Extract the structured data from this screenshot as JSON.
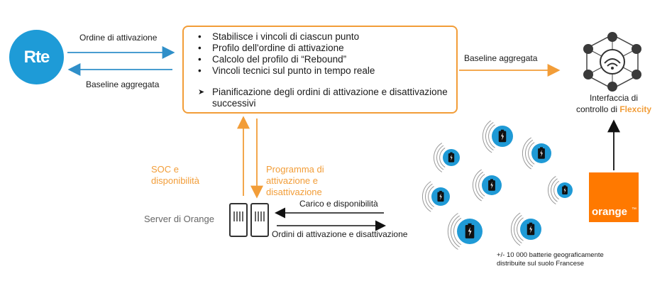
{
  "rte": {
    "logo_text": "Rte"
  },
  "arrows": {
    "activation_order": "Ordine di attivazione",
    "aggregated_baseline_left": "Baseline aggregata",
    "aggregated_baseline_right": "Baseline aggregata",
    "load_availability": "Carico e disponibilità",
    "activation_deactivation_orders": "Ordini di attivazione e disattivazione"
  },
  "center_box": {
    "bullets": [
      "Stabilisce i vincoli di ciascun punto",
      "Profilo dell'ordine di attivazione",
      "Calcolo del profilo di “Rebound”",
      "Vincoli tecnici sul punto in tempo reale"
    ],
    "planning": "Pianificazione degli ordini di attivazione e disattivazione successivi"
  },
  "soc_label": "SOC e disponibilità",
  "program_label": "Programma di attivazione e disattivazione",
  "orange_server_label": "Server di Orange",
  "flexcity": {
    "label_line1": "Interfaccia di",
    "label_line2": "controllo di",
    "brand": "Flexcity"
  },
  "orange": {
    "logo_text": "orange",
    "tm": "™"
  },
  "batteries_caption_line1": "+/- 10 000 batterie geograficamente",
  "batteries_caption_line2": "distribuite sul suolo Francese",
  "colors": {
    "orange": "#f29d38",
    "rte_blue": "#1e9bd7",
    "battery_blue": "#1f9ad6",
    "orange_brand": "#ff7900"
  }
}
